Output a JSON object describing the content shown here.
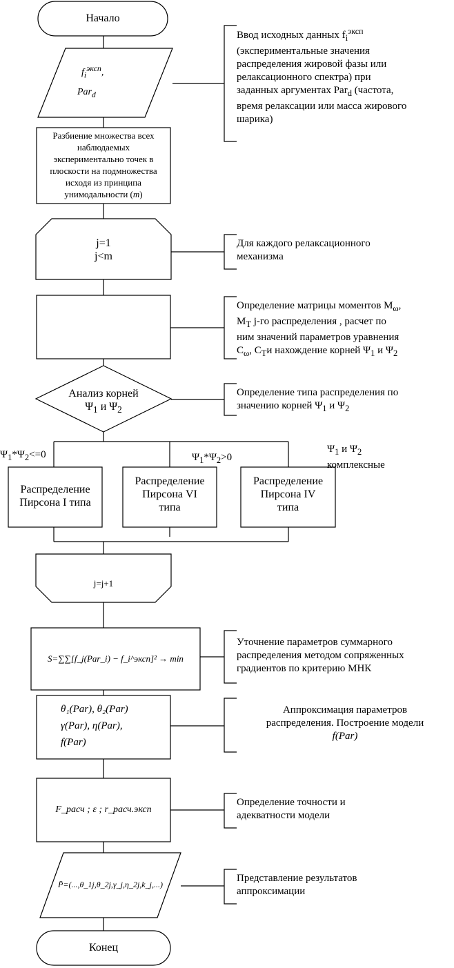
{
  "start": "Начало",
  "end": "Конец",
  "input_formula": {
    "line1": "f",
    "line1_sub": "i",
    "line1_sup": "эксп",
    "line1_tail": ",",
    "line2": "Par",
    "line2_sub": "d"
  },
  "input_note": {
    "l1": "Ввод исходных данных f",
    "l1_sub": "i",
    "l1_sup": "эксп",
    "l2": "(экспериментальные значения",
    "l3": "распределения жировой фазы или",
    "l4": "релаксационного спектра) при",
    "l5": "заданных аргументах Par",
    "l5_sub": "d",
    "l5_tail": " (частота,",
    "l6": "время релаксации или масса жирового",
    "l7": "шарика)"
  },
  "partition": {
    "l1": "Разбиение множества всех",
    "l2": "наблюдаемых",
    "l3": "экспериментально точек в",
    "l4": "плоскости  на подмножества",
    "l5": "исходя из принципа",
    "l6": "унимодальности (",
    "l6_var": "m",
    "l6_tail": ")"
  },
  "loop_start": {
    "l1": "j=1",
    "l2": "j<m"
  },
  "loop_note": {
    "l1": "Для каждого релаксационного",
    "l2": "механизма"
  },
  "moments_note": {
    "l1": "Определение матрицы моментов M",
    "l1_sub": "ω",
    "l1_tail": ",",
    "l2": "M",
    "l2_sub": "T",
    "l2_tail": " j-го распределения , расчет по",
    "l3": "ним значений параметров уравнения",
    "l4": "C",
    "l4_sub": "ω",
    "l4_b": ", C",
    "l4_sub2": "T",
    "l4_c": "и нахождение корней Ψ",
    "l4_sub3": "1",
    "l4_d": " и Ψ",
    "l4_sub4": "2"
  },
  "decision": {
    "l1": "Анализ корней",
    "l2": "Ψ",
    "l2_sub": "1",
    "l2_b": " и Ψ",
    "l2_sub2": "2"
  },
  "decision_note": {
    "l1": "Определение типа распределения по",
    "l2": "значению корней Ψ",
    "l2_sub": "1",
    "l2_b": " и Ψ",
    "l2_sub2": "2"
  },
  "cond_left": {
    "a": "Ψ",
    "a_sub": "1",
    "b": "*Ψ",
    "b_sub": "2",
    "c": "<=0"
  },
  "cond_mid": {
    "a": "Ψ",
    "a_sub": "1",
    "b": "*Ψ",
    "b_sub": "2",
    "c": ">0"
  },
  "cond_right": {
    "a": "Ψ",
    "a_sub": "1",
    "b": " и Ψ",
    "b_sub": "2",
    "l2": "комплексные"
  },
  "pearson1": {
    "l1": "Распределение",
    "l2": "Пирсона I типа"
  },
  "pearson6": {
    "l1": "Распределение",
    "l2": "Пирсона VI",
    "l3": "типа"
  },
  "pearson4": {
    "l1": "Распределение",
    "l2": "Пирсона IV",
    "l3": "типа"
  },
  "loop_end": "j=j+1",
  "optimization_formula": "S=∑∑[f_j(Par_i) − f_i^эксп]² → min",
  "optimization_note": {
    "l1": "Уточнение параметров суммарного",
    "l2": "распределения методом сопряженных",
    "l3": "градиентов по критерию МНК"
  },
  "params_formula": {
    "l1": "θ₁(Par), θ₂(Par)",
    "l2": "γ(Par), η(Par),",
    "l3": "f(Par)"
  },
  "params_note": {
    "l1": "Аппроксимация параметров",
    "l2": "распределения. Построение модели",
    "l3": "f(Par)"
  },
  "accuracy_formula": "F_расч ; ε ; r_расч.эксп",
  "accuracy_note": {
    "l1": "Определение точности и",
    "l2": "адекватности модели"
  },
  "output_formula": "P̄=(...,θ_1j,θ_2j,γ_j,η_2j,k_j,...)",
  "output_note": {
    "l1": "Представление результатов",
    "l2": "аппроксимации"
  }
}
